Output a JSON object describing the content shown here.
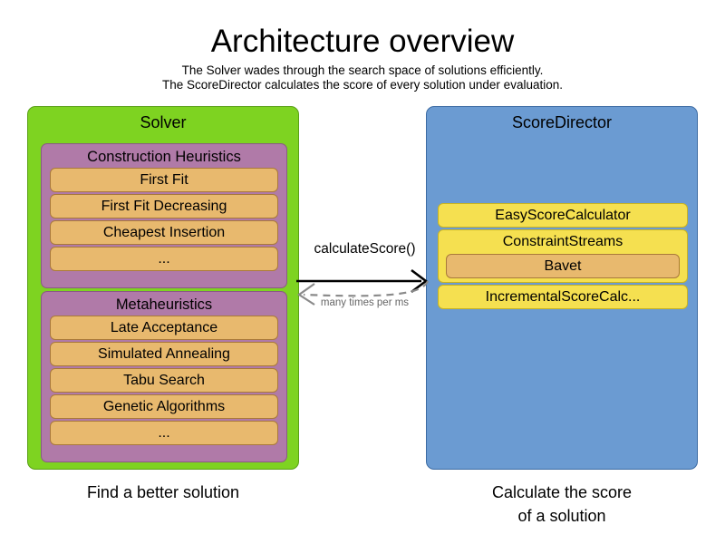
{
  "header": {
    "title": "Architecture overview",
    "subtitle_line1": "The Solver wades through the search space of solutions efficiently.",
    "subtitle_line2": "The ScoreDirector calculates the score of every solution under evaluation."
  },
  "colors": {
    "solver_panel": "#7ed321",
    "solver_panel_border": "#5aa017",
    "scoredirector_panel": "#6b9bd2",
    "scoredirector_panel_border": "#3c6ba3",
    "group_purple": "#b07aa8",
    "group_purple_border": "#8a5a84",
    "item_orange": "#e8b96e",
    "item_orange_border": "#a9793a",
    "item_yellow": "#f5e050",
    "item_yellow_border": "#c9b31f",
    "background": "#ffffff",
    "text": "#000000",
    "dashed_arrow": "#666666"
  },
  "solver": {
    "title": "Solver",
    "caption_line1": "Find a better solution",
    "groups": [
      {
        "title": "Construction Heuristics",
        "items": [
          {
            "label": "First Fit"
          },
          {
            "label": "First Fit Decreasing"
          },
          {
            "label": "Cheapest Insertion"
          },
          {
            "label": "..."
          }
        ]
      },
      {
        "title": "Metaheuristics",
        "items": [
          {
            "label": "Late Acceptance"
          },
          {
            "label": "Simulated Annealing"
          },
          {
            "label": "Tabu Search"
          },
          {
            "label": "Genetic Algorithms"
          },
          {
            "label": "..."
          }
        ]
      }
    ]
  },
  "scoredirector": {
    "title": "ScoreDirector",
    "caption_line1": "Calculate the score",
    "caption_line2": "of a solution",
    "items": [
      {
        "label": "EasyScoreCalculator",
        "nested": null
      },
      {
        "label": "ConstraintStreams",
        "nested": "Bavet"
      },
      {
        "label": "IncrementalScoreCalc...",
        "nested": null
      }
    ]
  },
  "connector": {
    "request_label": "calculateScore()",
    "response_label": "many times per ms",
    "request_icon": "solid-arrow-right-icon",
    "response_icon": "dashed-arrow-left-icon"
  }
}
